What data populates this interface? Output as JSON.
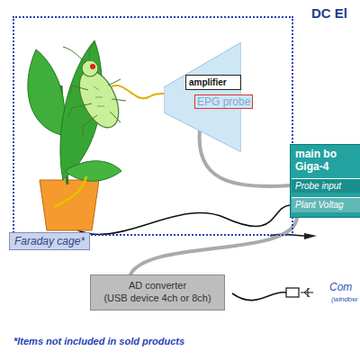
{
  "diagram": {
    "title": "DC El",
    "nodes": [
      {
        "text": [
          "Faraday cage*"
        ]
      },
      {
        "text": [
          "EPG probe"
        ],
        "in": 0
      },
      {
        "text": [
          "amplifier"
        ],
        "in": 1
      },
      {
        "text": [
          "main bo",
          "Giga-4"
        ]
      },
      {
        "text": [
          "Probe input"
        ],
        "in": 3
      },
      {
        "text": [
          "Plant Voltag"
        ],
        "in": 3
      },
      {
        "text": [
          "AD converter",
          "(USB device 4ch or 8ch)"
        ]
      }
    ],
    "edges": [
      {
        "from": 1,
        "to": 4,
        "arrow": "none"
      },
      {
        "from": 3,
        "to": 6,
        "arrow": "none"
      }
    ],
    "labels": [
      "Com",
      "(window",
      "*Items not included in sold products"
    ]
  }
}
